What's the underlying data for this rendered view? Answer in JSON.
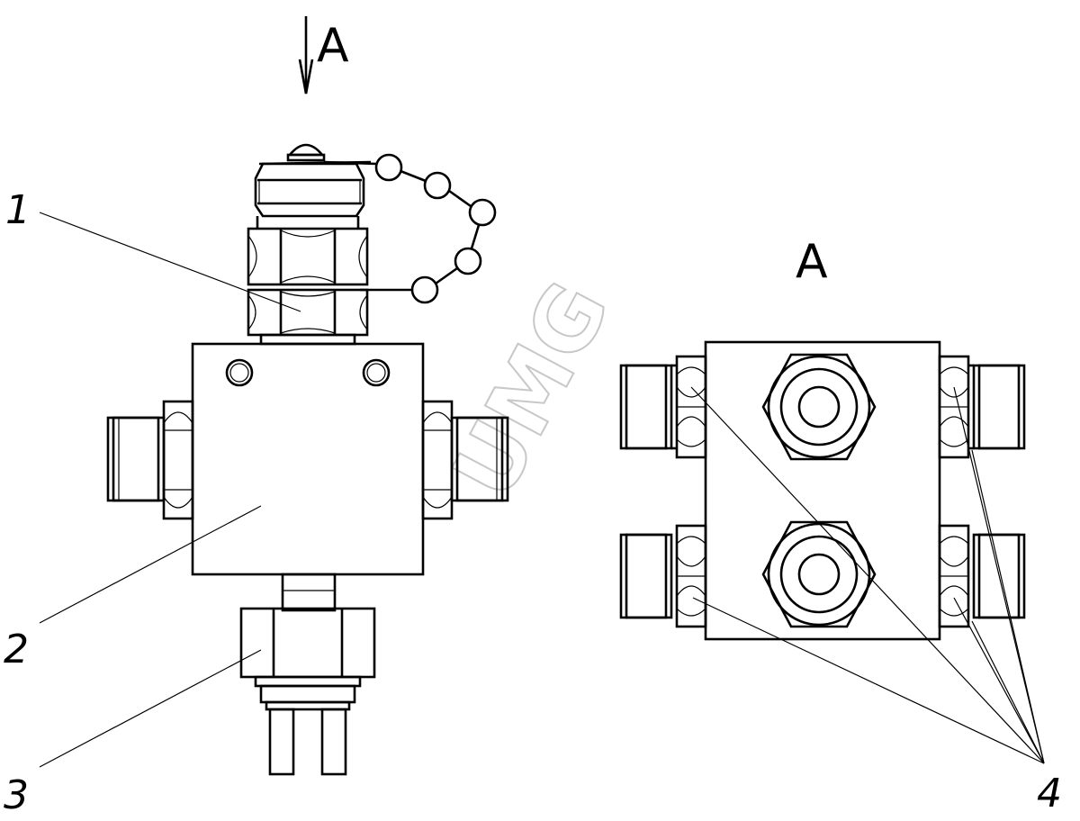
{
  "view_marker": {
    "arrow_label": "A",
    "view_title": "A"
  },
  "callouts": {
    "c1": "1",
    "c2": "2",
    "c3": "3",
    "c4": "4"
  },
  "watermark": "UMG",
  "colors": {
    "line": "#000000",
    "background": "#ffffff",
    "watermark": "#c8c8c8"
  }
}
